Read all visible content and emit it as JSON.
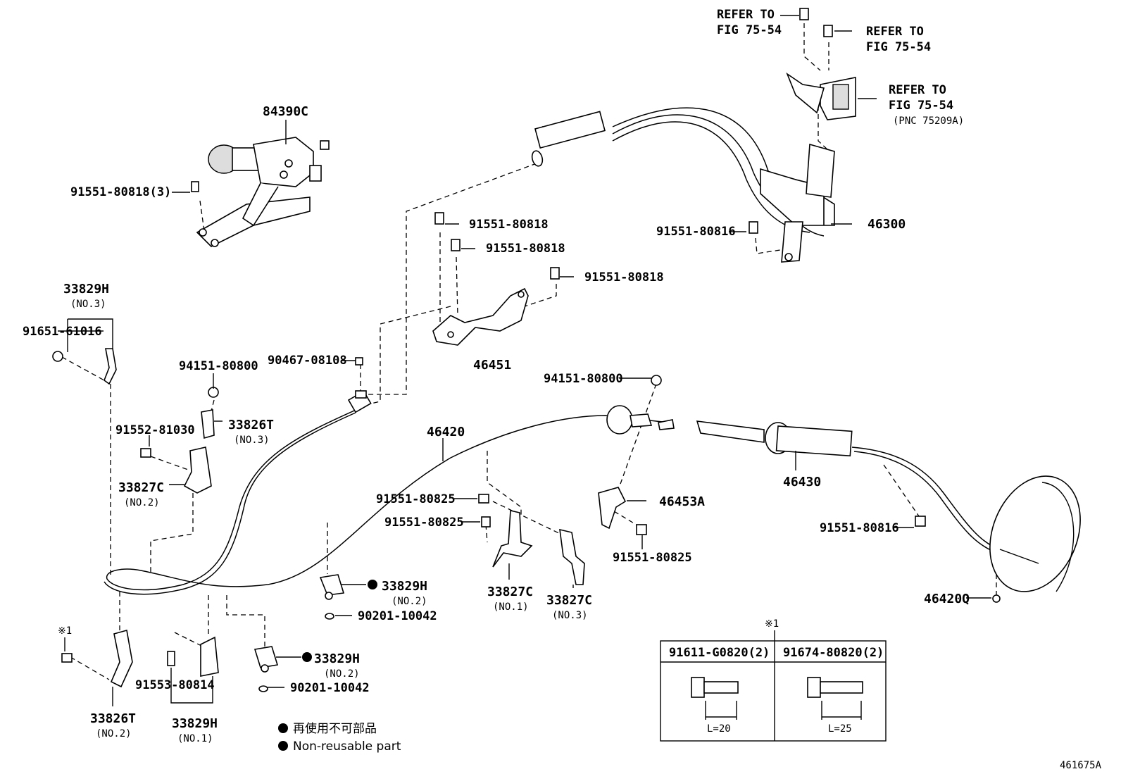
{
  "refer_top_left": {
    "line1": "REFER TO",
    "line2": "FIG 75-54"
  },
  "refer_top_right": {
    "line1": "REFER TO",
    "line2": "FIG 75-54"
  },
  "refer_bracket": {
    "line1": "REFER TO",
    "line2": "FIG 75-54",
    "line3": "(PNC 75209A)"
  },
  "parts": {
    "p84390C": "84390C",
    "p91551_80818_3": "91551-80818(3)",
    "p33829H_top": "33829H",
    "p33829H_top_no": "(NO.3)",
    "p91651_61016": "91651-61016",
    "p94151_80800_left": "94151-80800",
    "p90467_08108": "90467-08108",
    "p91551_80818_a": "91551-80818",
    "p91551_80818_b": "91551-80818",
    "p91551_80818_c": "91551-80818",
    "p46451": "46451",
    "p91551_80816_top": "91551-80816",
    "p46300": "46300",
    "p91552_81030": "91552-81030",
    "p33826T_top": "33826T",
    "p33826T_top_no": "(NO.3)",
    "p33827C_left": "33827C",
    "p33827C_left_no": "(NO.2)",
    "p46420": "46420",
    "p94151_80800_right": "94151-80800",
    "p46453A": "46453A",
    "p46430": "46430",
    "p91551_80825_a": "91551-80825",
    "p91551_80825_b": "91551-80825",
    "p91551_80825_c": "91551-80825",
    "p91551_80816_bottom": "91551-80816",
    "p33829H_mid": "33829H",
    "p33829H_mid_no": "(NO.2)",
    "p90201_10042_a": "90201-10042",
    "p33827C_no1": "33827C",
    "p33827C_no1_no": "(NO.1)",
    "p33827C_no3": "33827C",
    "p33827C_no3_no": "(NO.3)",
    "p46420Q": "46420Q",
    "p33829H_low": "33829H",
    "p33829H_low_no": "(NO.2)",
    "p90201_10042_b": "90201-10042",
    "p91553_80814": "91553-80814",
    "p33826T_bottom": "33826T",
    "p33826T_bottom_no": "(NO.2)",
    "p33829H_bottom": "33829H",
    "p33829H_bottom_no": "(NO.1)"
  },
  "note_mark_left": "※1",
  "note_mark_table": "※1",
  "table": {
    "col1_header": "91611-G0820(2)",
    "col2_header": "91674-80820(2)",
    "col1_length": "L=20",
    "col2_length": "L=25"
  },
  "legend": {
    "jp": "再使用不可部品",
    "en": "Non-reusable part"
  },
  "figure_id": "461675A"
}
